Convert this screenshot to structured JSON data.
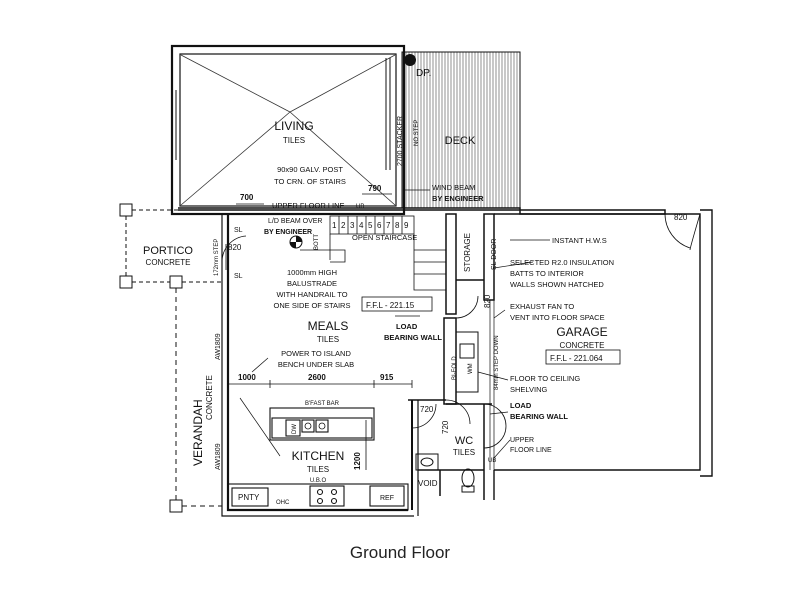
{
  "caption": "Ground Floor",
  "colors": {
    "ink": "#111111",
    "background": "#ffffff"
  },
  "rooms": {
    "living": {
      "name": "LIVING",
      "finish": "TILES"
    },
    "deck": {
      "name": "DECK"
    },
    "portico": {
      "name": "PORTICO",
      "finish": "CONCRETE"
    },
    "verandah": {
      "name": "VERANDAH",
      "finish": "CONCRETE"
    },
    "meals": {
      "name": "MEALS",
      "finish": "TILES"
    },
    "kitchen": {
      "name": "KITCHEN",
      "finish": "TILES"
    },
    "garage": {
      "name": "GARAGE",
      "finish": "CONCRETE"
    },
    "wc": {
      "name": "WC",
      "finish": "TILES"
    },
    "storage": {
      "name": "STORAGE"
    },
    "pantry": {
      "name": "PNTY"
    },
    "void": {
      "name": "VOID"
    }
  },
  "notes": {
    "dp": "DP.",
    "stacker": "2700 STACKER",
    "no_step": "NO STEP",
    "post_1": "90x90 GALV. POST",
    "post_2": "TO CRN. OF STAIRS",
    "wind_beam_1": "WIND BEAM",
    "wind_beam_2": "BY ENGINEER",
    "upper_floor_line": "UPPER FLOOR LINE",
    "ub": "UB",
    "lb_beam_1": "L/D BEAM OVER",
    "lb_beam_2": "BY ENGINEER",
    "open_staircase": "OPEN STAIRCASE",
    "bott": "BOTT",
    "balustrade_1": "1000mm HIGH",
    "balustrade_2": "BALUSTRADE",
    "balustrade_3": "WITH HANDRAIL TO",
    "balustrade_4": "ONE SIDE OF STAIRS",
    "ffl_meals": "F.F.L - 221.15",
    "load_bearing_1": "LOAD",
    "load_bearing_2": "BEARING WALL",
    "power_1": "POWER TO ISLAND",
    "power_2": "BENCH UNDER SLAB",
    "bfast_bar": "B'FAST BAR",
    "dw": "DW",
    "ubo": "U.B.O",
    "ohc": "OHC",
    "ref": "REF",
    "sl_door": "SL DOOR",
    "instant_hws": "INSTANT H.W.S",
    "insulation_1": "SELECTED R2.0 INSULATION",
    "insulation_2": "BATTS TO INTERIOR",
    "insulation_3": "WALLS SHOWN HATCHED",
    "exhaust_1": "EXHAUST FAN TO",
    "exhaust_2": "VENT INTO FLOOR SPACE",
    "ffl_garage": "F.F.L - 221.064",
    "floor_ceiling_1": "FLOOR TO CEILING",
    "floor_ceiling_2": "SHELVING",
    "load_bearing_3": "LOAD",
    "load_bearing_4": "BEARING WALL",
    "upper_floor_line_2a": "UPPER",
    "upper_floor_line_2b": "FLOOR LINE",
    "bi_fold": "BI-FOLD",
    "wm": "WM",
    "step_down": "84mm STEP DOWN",
    "step_portico": "172mm STEP",
    "sl_1": "SL",
    "sl_2": "SL",
    "ub_2": "UB"
  },
  "dimensions": {
    "d700": "700",
    "d790": "790",
    "d820_portico": "820",
    "d820_garage": "820",
    "d820_laundry": "820",
    "d720_a": "720",
    "d720_b": "720",
    "d1000": "1000",
    "d2600": "2600",
    "d915": "915",
    "d1200": "1200",
    "aw1809_a": "AW1809",
    "aw1809_b": "AW1809"
  },
  "stair_numbers": [
    "1",
    "2",
    "3",
    "4",
    "5",
    "6",
    "7",
    "8",
    "9"
  ]
}
